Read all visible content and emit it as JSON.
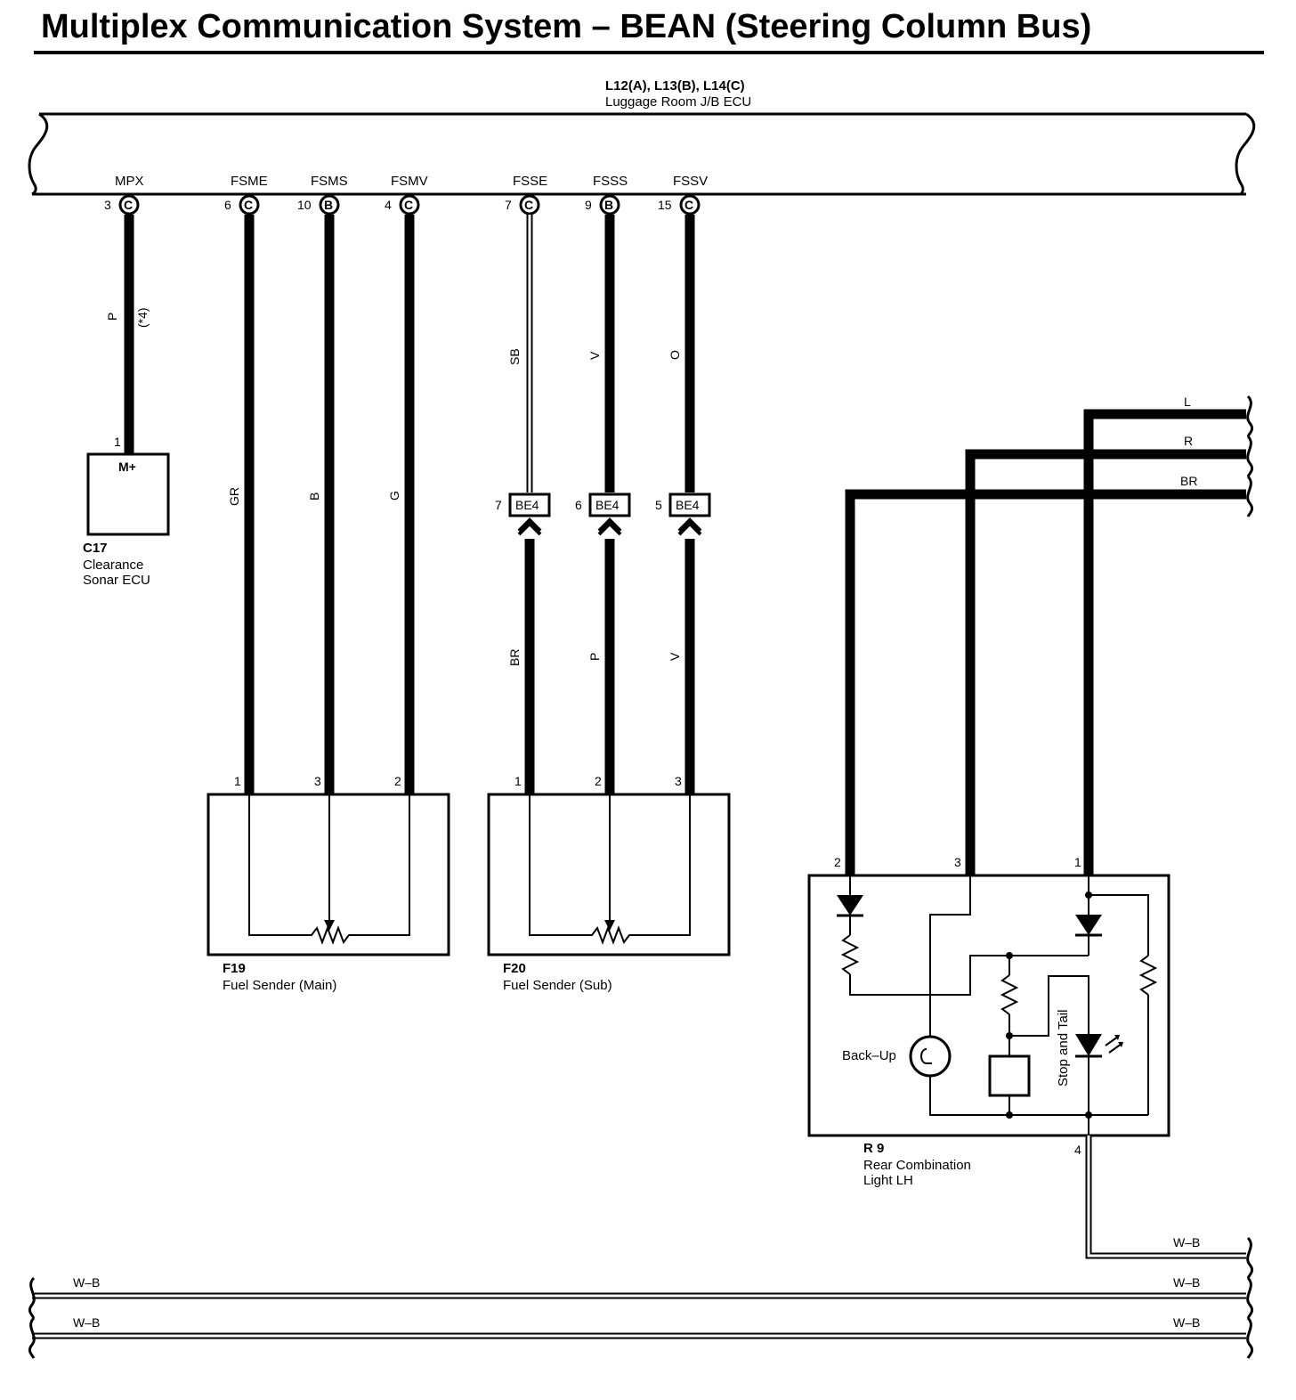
{
  "title": "Multiplex Communication System – BEAN (Steering Column Bus)",
  "ecu": {
    "connectors": "L12(A), L13(B), L14(C)",
    "name": "Luggage Room J/B ECU",
    "terminals": [
      {
        "signal": "MPX",
        "pin": "3",
        "connector": "C"
      },
      {
        "signal": "FSME",
        "pin": "6",
        "connector": "C"
      },
      {
        "signal": "FSMS",
        "pin": "10",
        "connector": "B"
      },
      {
        "signal": "FSMV",
        "pin": "4",
        "connector": "C"
      },
      {
        "signal": "FSSE",
        "pin": "7",
        "connector": "C"
      },
      {
        "signal": "FSSS",
        "pin": "9",
        "connector": "B"
      },
      {
        "signal": "FSSV",
        "pin": "15",
        "connector": "C"
      }
    ]
  },
  "wires": {
    "mpx": {
      "color": "P",
      "note": "(*4)"
    },
    "fsme": "GR",
    "fsms": "B",
    "fsmv": "G",
    "fsse_upper": "SB",
    "fsss_upper": "V",
    "fssv_upper": "O",
    "fsse_lower": "BR",
    "fsss_lower": "P",
    "fssv_lower": "V"
  },
  "junction": {
    "name": "BE4",
    "pins": [
      "7",
      "6",
      "5"
    ]
  },
  "c17": {
    "code": "C17",
    "line1": "Clearance",
    "line2": "Sonar ECU",
    "terminal": "M+",
    "pin": "1"
  },
  "f19": {
    "code": "F19",
    "name": "Fuel Sender (Main)",
    "pins": [
      "1",
      "3",
      "2"
    ]
  },
  "f20": {
    "code": "F20",
    "name": "Fuel Sender (Sub)",
    "pins": [
      "1",
      "2",
      "3"
    ]
  },
  "r9": {
    "code": "R 9",
    "line1": "Rear Combination",
    "line2": "Light LH",
    "pins": [
      "2",
      "3",
      "1",
      "4"
    ],
    "backup_label": "Back–Up",
    "stop_tail_label": "Stop and Tail"
  },
  "right_wires": [
    "L",
    "R",
    "BR"
  ],
  "ground": {
    "r9_wire": "W–B",
    "left_labels": [
      "W–B",
      "W–B"
    ],
    "right_labels": [
      "W–B",
      "W–B"
    ]
  }
}
